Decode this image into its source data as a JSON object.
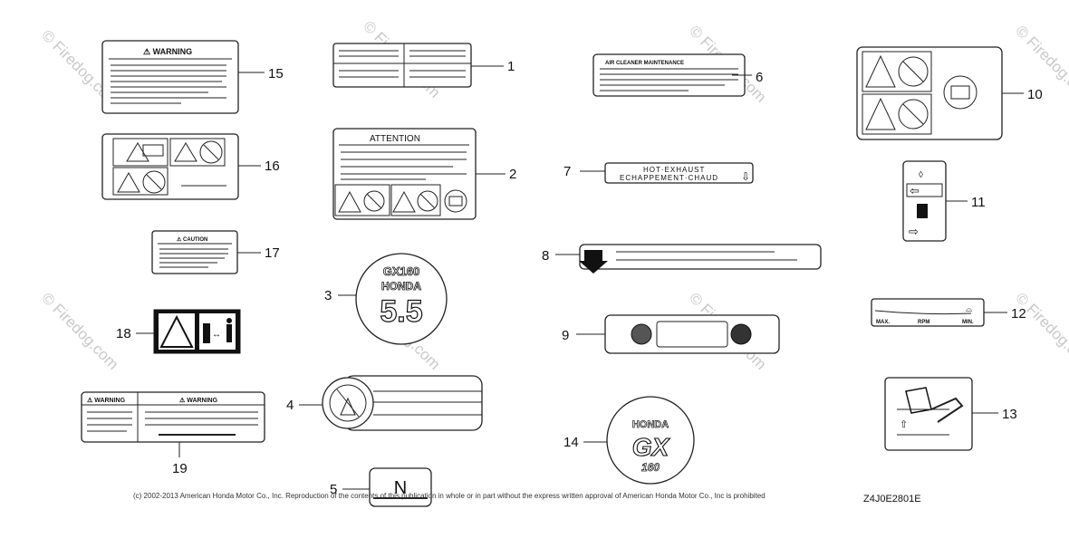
{
  "watermark": {
    "text": "© Firedog.com"
  },
  "labels": {
    "l1": {
      "callout": "1"
    },
    "l2": {
      "callout": "2",
      "heading": "ATTENTION"
    },
    "l3": {
      "callout": "3",
      "line1": "GX160",
      "line2": "HONDA",
      "line3": "5.5"
    },
    "l4": {
      "callout": "4"
    },
    "l5": {
      "callout": "5",
      "text": "N"
    },
    "l6": {
      "callout": "6",
      "heading": "AIR CLEANER MAINTENANCE"
    },
    "l7": {
      "callout": "7",
      "line1": "HOT·EXHAUST",
      "line2": "ECHAPPEMENT·CHAUD"
    },
    "l8": {
      "callout": "8"
    },
    "l9": {
      "callout": "9"
    },
    "l10": {
      "callout": "10"
    },
    "l11": {
      "callout": "11"
    },
    "l12": {
      "callout": "12",
      "max": "MAX.",
      "rpm": "RPM",
      "min": "MIN."
    },
    "l13": {
      "callout": "13"
    },
    "l14": {
      "callout": "14",
      "line1": "HONDA",
      "line2": "GX",
      "line3": "160"
    },
    "l15": {
      "callout": "15",
      "heading": "⚠ WARNING"
    },
    "l16": {
      "callout": "16"
    },
    "l17": {
      "callout": "17",
      "heading": "⚠ CAUTION"
    },
    "l18": {
      "callout": "18"
    },
    "l19": {
      "callout": "19",
      "heading_left": "⚠ WARNING",
      "heading_right": "⚠ WARNING"
    }
  },
  "footer": {
    "copyright": "(c) 2002-2013 American Honda Motor Co., Inc. Reproduction of the contents of this publication in whole or in part without the express written approval of American Honda Motor Co., Inc is prohibited",
    "diagram_code": "Z4J0E2801E"
  }
}
